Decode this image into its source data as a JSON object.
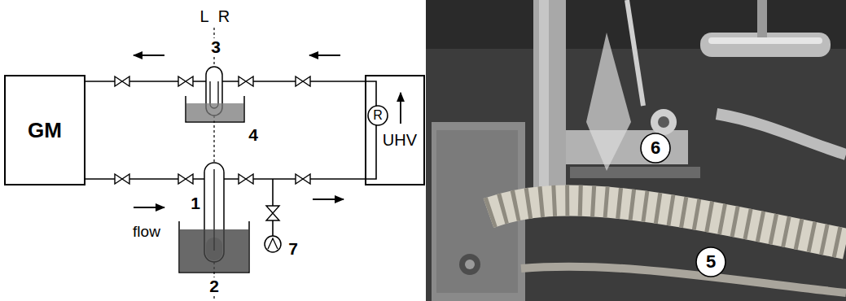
{
  "diagram": {
    "nodes": [
      {
        "text": [
          "GM"
        ]
      },
      {
        "text": [
          "UHV"
        ]
      },
      {
        "text": [
          "R"
        ],
        "in": 1
      },
      {
        "text": [
          "6"
        ]
      },
      {
        "text": [
          "5"
        ]
      }
    ],
    "edges": [
      {
        "from": 1,
        "to": 0,
        "arrow": "none"
      },
      {
        "from": 0,
        "to": 1,
        "arrow": "none"
      }
    ],
    "labels": [
      "L",
      "R",
      "3",
      "4",
      "1",
      "2",
      "flow",
      "7"
    ]
  }
}
